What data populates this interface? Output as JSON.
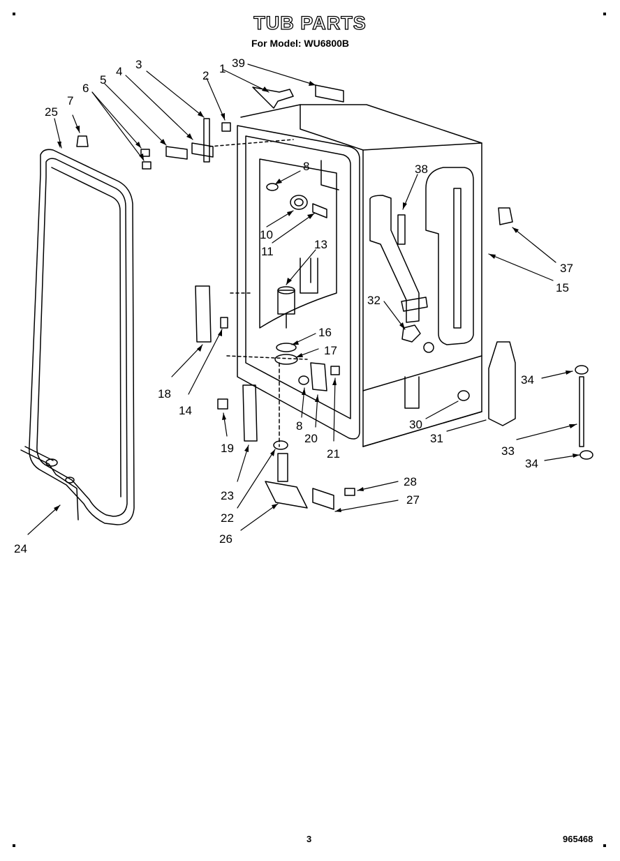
{
  "header": {
    "title": "TUB PARTS",
    "subtitle": "For Model: WU6800B"
  },
  "footer": {
    "page_number": "3",
    "document_number": "965468"
  },
  "callouts": [
    {
      "id": "c1",
      "label": "1"
    },
    {
      "id": "c2",
      "label": "2"
    },
    {
      "id": "c3",
      "label": "3"
    },
    {
      "id": "c4",
      "label": "4"
    },
    {
      "id": "c5",
      "label": "5"
    },
    {
      "id": "c6",
      "label": "6"
    },
    {
      "id": "c7",
      "label": "7"
    },
    {
      "id": "c8a",
      "label": "8"
    },
    {
      "id": "c8b",
      "label": "8"
    },
    {
      "id": "c10",
      "label": "10"
    },
    {
      "id": "c11",
      "label": "11"
    },
    {
      "id": "c13",
      "label": "13"
    },
    {
      "id": "c14",
      "label": "14"
    },
    {
      "id": "c15",
      "label": "15"
    },
    {
      "id": "c16",
      "label": "16"
    },
    {
      "id": "c17",
      "label": "17"
    },
    {
      "id": "c18",
      "label": "18"
    },
    {
      "id": "c19",
      "label": "19"
    },
    {
      "id": "c20",
      "label": "20"
    },
    {
      "id": "c21",
      "label": "21"
    },
    {
      "id": "c22",
      "label": "22"
    },
    {
      "id": "c23",
      "label": "23"
    },
    {
      "id": "c24",
      "label": "24"
    },
    {
      "id": "c25",
      "label": "25"
    },
    {
      "id": "c26",
      "label": "26"
    },
    {
      "id": "c27",
      "label": "27"
    },
    {
      "id": "c28",
      "label": "28"
    },
    {
      "id": "c30",
      "label": "30"
    },
    {
      "id": "c31",
      "label": "31"
    },
    {
      "id": "c32",
      "label": "32"
    },
    {
      "id": "c33",
      "label": "33"
    },
    {
      "id": "c34a",
      "label": "34"
    },
    {
      "id": "c34b",
      "label": "34"
    },
    {
      "id": "c37",
      "label": "37"
    },
    {
      "id": "c38",
      "label": "38"
    },
    {
      "id": "c39",
      "label": "39"
    }
  ]
}
